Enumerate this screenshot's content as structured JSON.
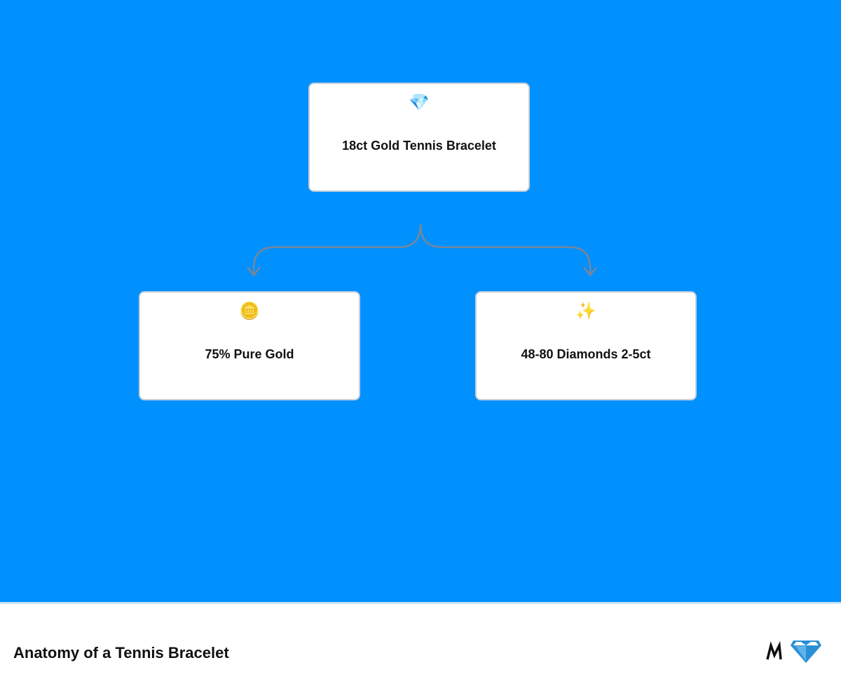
{
  "diagram": {
    "root": {
      "label": "18ct Gold Tennis Bracelet",
      "icon": "gem-icon",
      "glyph": "💎"
    },
    "children": [
      {
        "label": "75% Pure Gold",
        "icon": "coin-icon",
        "glyph": "🪙"
      },
      {
        "label": "48-80 Diamonds 2-5ct",
        "icon": "sparkles-icon",
        "glyph": "✨"
      }
    ]
  },
  "footer": {
    "title": "Anatomy of a Tennis Bracelet",
    "logo_text": "M",
    "logo_icon": "diamond-logo-icon"
  },
  "colors": {
    "background": "#0091ff",
    "node_fill": "#ffffff",
    "node_border": "#c9cfd8",
    "connector": "#7a8596",
    "logo_blue": "#2b8fd6"
  }
}
